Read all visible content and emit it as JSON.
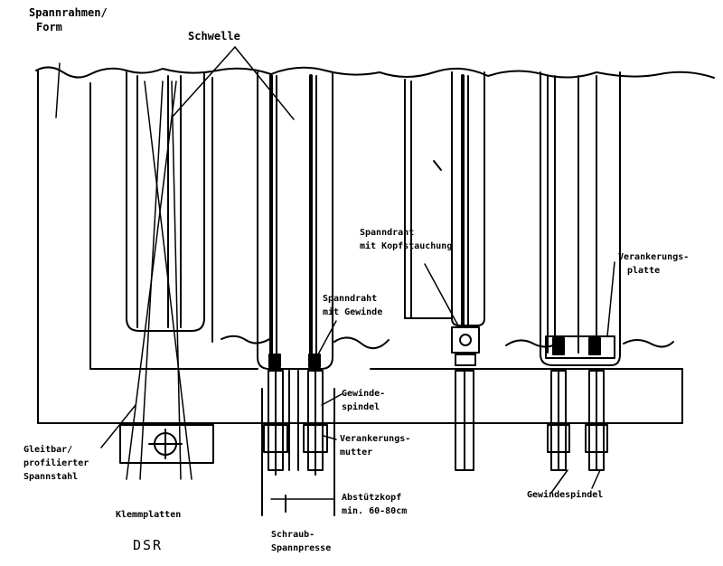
{
  "labels": {
    "spannrahmen_1": "Spannrahmen/",
    "spannrahmen_2": "Form",
    "schwelle": "Schwelle",
    "spanndraht_kopf_1": "Spanndraht",
    "spanndraht_kopf_2": "mit Kopfstauchung",
    "verankerungsplatte_1": "Verankerungs-",
    "verankerungsplatte_2": "platte",
    "spanndraht_gew_1": "Spanndraht",
    "spanndraht_gew_2": "mit Gewinde",
    "gewindespindel_1": "Gewinde-",
    "gewindespindel_2": "spindel",
    "verankerungsmutter_1": "Verankerungs-",
    "verankerungsmutter_2": "mutter",
    "gleitbar_1": "Gleitbar/",
    "gleitbar_2": "profilierter",
    "gleitbar_3": "Spannstahl",
    "klemmplatten": "Klemmplatten",
    "abstuetz_1": "Abstützkopf",
    "abstuetz_2": "min. 60-80cm",
    "schraub_1": "Schraub-",
    "schraub_2": "Spannpresse",
    "gewindespindel_r": "Gewindespindel",
    "caption": "DSR"
  }
}
